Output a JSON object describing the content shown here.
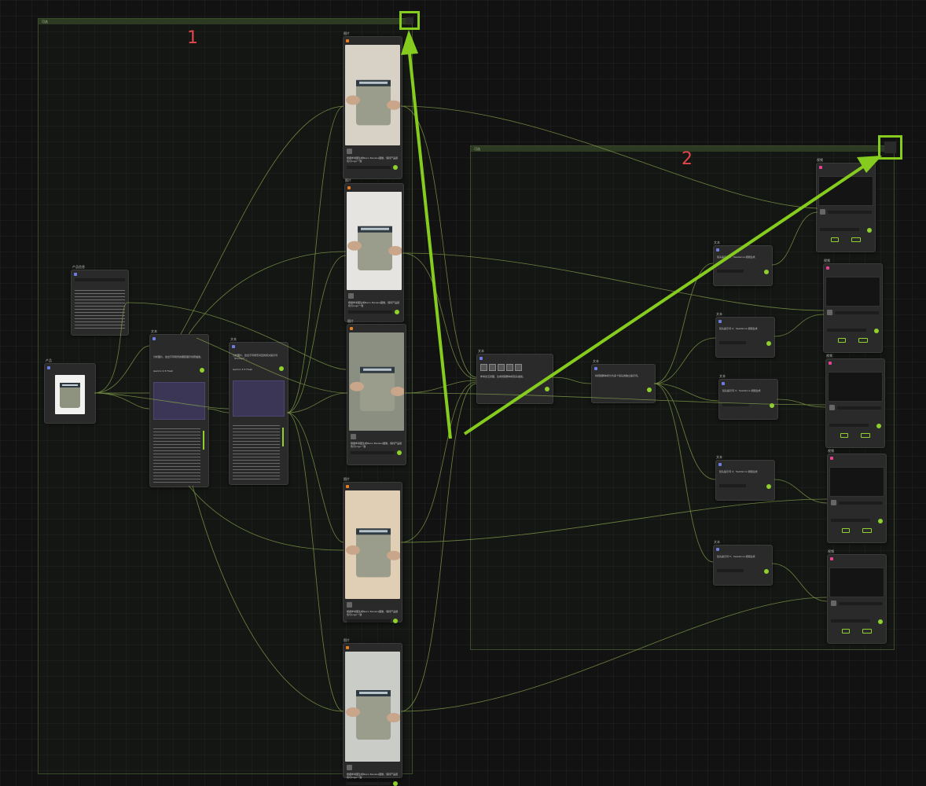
{
  "group1": {
    "title": "可选",
    "number": "1"
  },
  "group2": {
    "title": "可选",
    "number": "2"
  },
  "colors": {
    "accent": "#86cc1f",
    "wire": "#8ca84e",
    "number": "#e0474c",
    "node_bg": "#2a2a2a"
  },
  "nodes": {
    "product_image": {
      "title": "产品"
    },
    "product_info": {
      "title": "产品信息"
    },
    "llm_a": {
      "title": "文本",
      "prompt": "分析图片，给出不同场景的服装展示创意描述。",
      "run_label": "Gemini 2.5 Flash"
    },
    "llm_b": {
      "title": "文本",
      "prompt": "分析图片，给出不同场景对应的英文提示词（Prompt）。",
      "run_label": "Gemini 2.5 Flash"
    },
    "image_nodes": [
      {
        "title": "图片",
        "caption": "根据参考图生成Nano Banana图像，保持产品颜色与Logo一致"
      },
      {
        "title": "图片",
        "caption": "根据参考图生成Nano Banana图像，保持产品颜色与Logo一致"
      },
      {
        "title": "图片",
        "caption": "根据参考图生成Nano Banana图像，保持产品颜色与Logo一致"
      },
      {
        "title": "图片",
        "caption": "根据参考图生成Nano Banana图像，保持产品颜色与Logo一致"
      },
      {
        "title": "图片",
        "caption": "根据参考图生成Nano Banana图像，保持产品颜色与Logo一致"
      }
    ],
    "collect": {
      "title": "文本",
      "prompt": "参考这五张图，生成视频脚本和镜头描述。"
    },
    "splitter": {
      "title": "文本",
      "prompt": "将视频脚本拆分为多个镜头的独立提示词。"
    },
    "prompt_nodes": [
      {
        "title": "文本",
        "prompt": "镜头提示词 1：Seedance 视频生成"
      },
      {
        "title": "文本",
        "prompt": "镜头提示词 2：Seedance 视频生成"
      },
      {
        "title": "文本",
        "prompt": "镜头提示词 3：Seedance 视频生成"
      },
      {
        "title": "文本",
        "prompt": "镜头提示词 4：Seedance 视频生成"
      },
      {
        "title": "文本",
        "prompt": "镜头提示词 5：Seedance 视频生成"
      }
    ],
    "video_nodes": [
      {
        "title": "视频"
      },
      {
        "title": "视频"
      },
      {
        "title": "视频"
      },
      {
        "title": "视频"
      },
      {
        "title": "视频"
      }
    ]
  }
}
